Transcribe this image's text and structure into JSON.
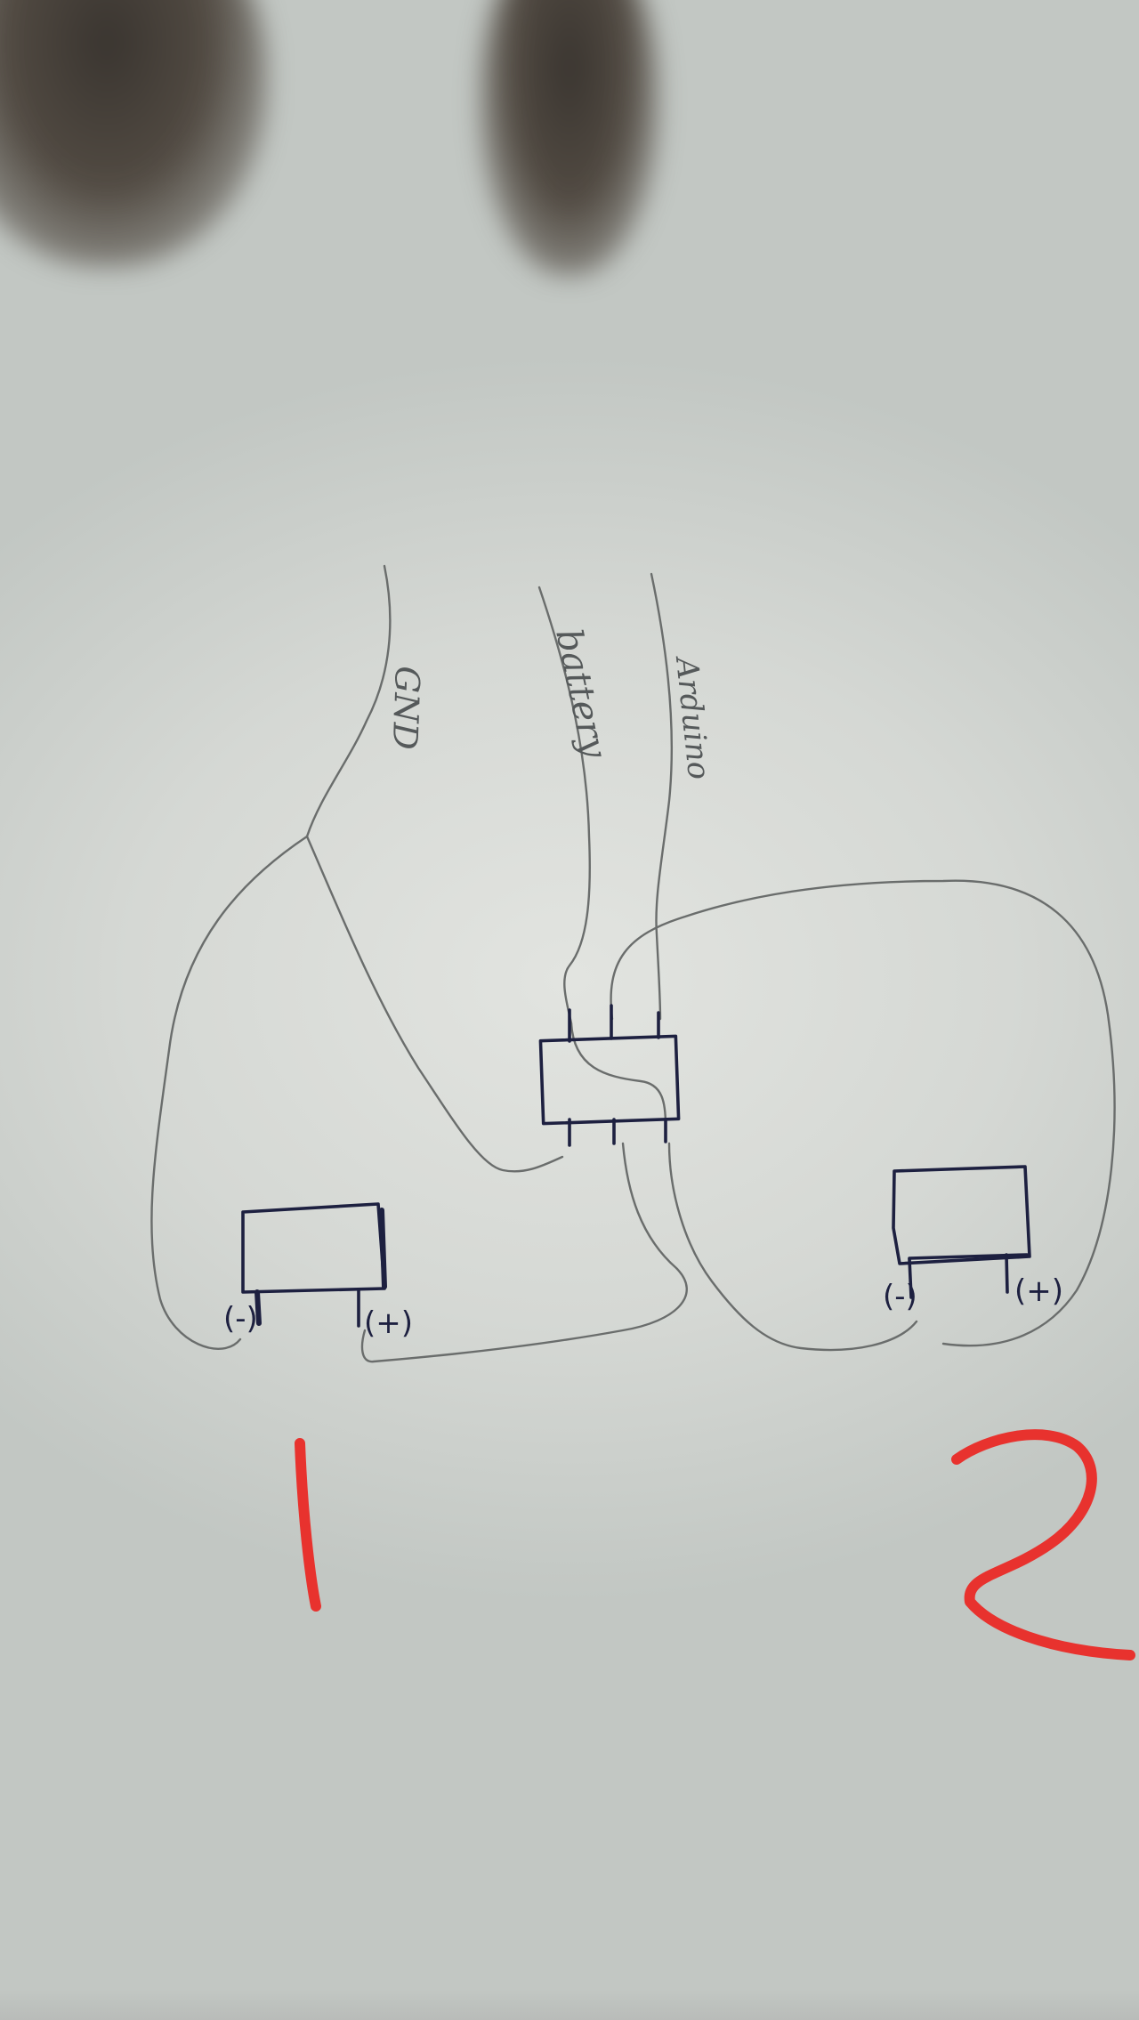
{
  "labels": {
    "gnd": "GND",
    "battery": "battery",
    "arduino": "Arduino"
  },
  "terminals": {
    "motor1_minus": "(-)",
    "motor1_plus": "(+)",
    "motor2_minus": "(-)",
    "motor2_plus": "(+)"
  },
  "numbers": {
    "one": "1",
    "two": "2"
  },
  "colors": {
    "paper": "#dcdfdb",
    "pencil": "#6a6d6c",
    "ink": "#1d2040",
    "marker": "#e8322e"
  }
}
